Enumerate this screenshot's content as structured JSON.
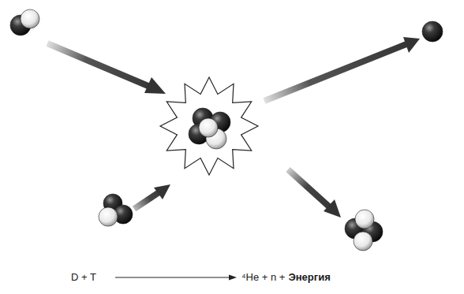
{
  "diagram": {
    "labels": [
      "D + T",
      "⁴He + n +",
      "Энергия"
    ]
  }
}
